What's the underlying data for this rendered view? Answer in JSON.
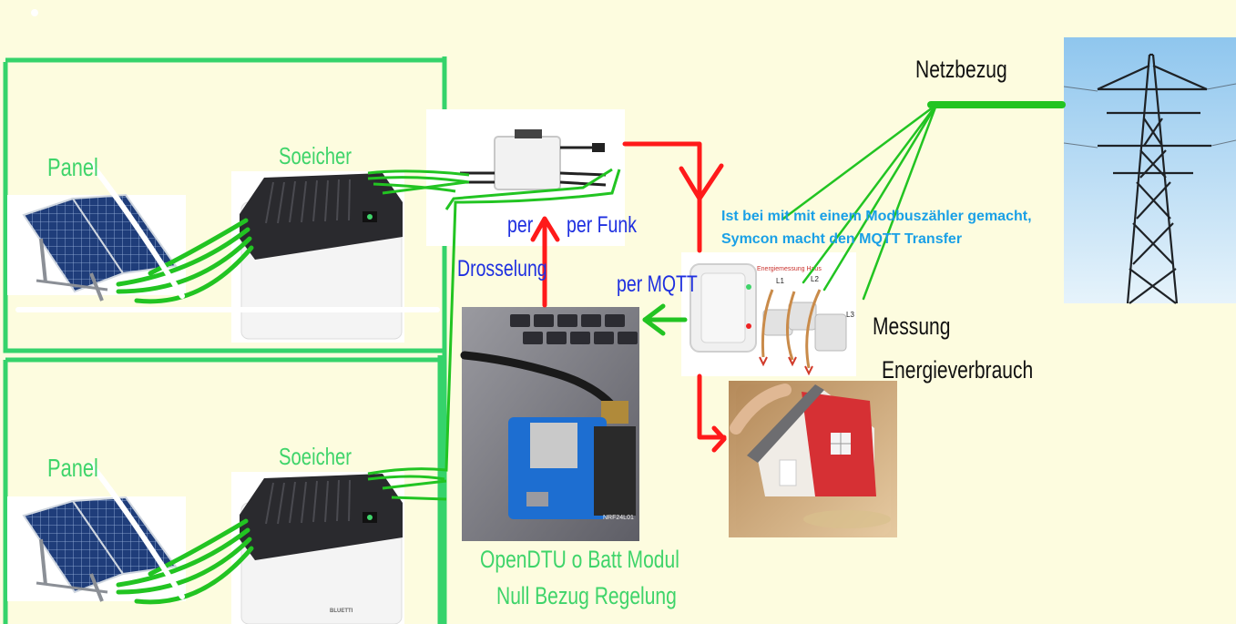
{
  "labels": {
    "panel_top": "Panel",
    "speicher_top": "Soeicher",
    "panel_bottom": "Panel",
    "speicher_bottom": "Soeicher",
    "per": "per",
    "per_funk": "per Funk",
    "drosselung": "Drosselung",
    "per_mqtt": "per MQTT",
    "netzbezug": "Netzbezug",
    "note_line1": "Ist bei mit mit einem Modbuszähler gemacht,",
    "note_line2": "Symcon macht den MQTT Transfer",
    "messung": "Messung",
    "energieverbrauch": "Energieverbrauch",
    "opendtu": "OpenDTU o Batt Modul",
    "null_bezug": "Null Bezug Regelung"
  },
  "meter_labels": {
    "header": "Energiemessung Haus",
    "l1": "L1",
    "l2": "L2",
    "l3": "L3"
  },
  "storage_brand": "BLUETTI",
  "board_label": "NRF24L01",
  "colors": {
    "background": "#fdfcdf",
    "wire_green": "#22c422",
    "frame_green": "#35d36b",
    "signal_red": "#ff1a1a",
    "label_blue": "#1e2fe0",
    "label_green": "#3fd46a",
    "note_cyan": "#1aa0e6"
  }
}
